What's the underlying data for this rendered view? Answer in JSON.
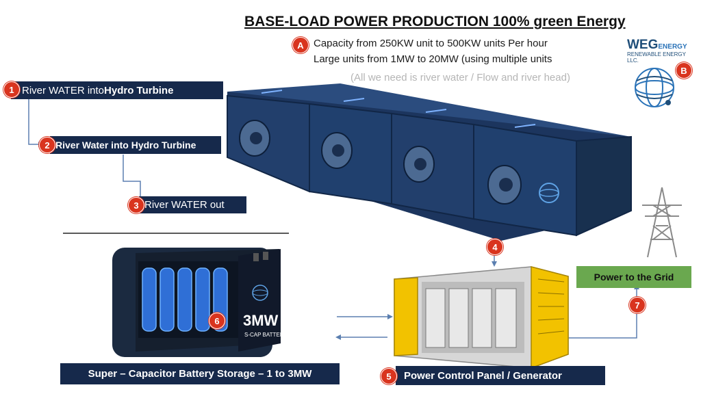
{
  "title": "BASE-LOAD POWER PRODUCTION 100% green Energy",
  "capacity": {
    "badge": "A",
    "line1": "Capacity from 250KW unit to 500KW units Per hour",
    "line2": "Large units from 1MW to 20MW (using multiple units",
    "note": "(All we need is river water / Flow and river head)"
  },
  "logo": {
    "badge": "B",
    "brand": "WEG",
    "brand_suffix": "ENERGY",
    "tagline": "RENEWABLE ENERGY LLC."
  },
  "steps": [
    {
      "num": "1",
      "text": "River WATER  into ",
      "bold": "Hydro Turbine"
    },
    {
      "num": "2",
      "text": "River Water  into Hydro Turbine"
    },
    {
      "num": "3",
      "text": "River WATER  out"
    },
    {
      "num": "4"
    },
    {
      "num": "5",
      "text": "Power Control Panel / Generator"
    },
    {
      "num": "6"
    },
    {
      "num": "7"
    }
  ],
  "grid_label": "Power to the Grid",
  "battery": {
    "capacity": "3MW",
    "sublabel": "S-CAP BATTERY",
    "caption": "Super – Capacitor Battery Storage – 1 to 3MW"
  },
  "colors": {
    "navy": "#16294b",
    "badge_red": "#d9341e",
    "grid_green": "#6aa84f",
    "container_blue": "#1e3a66",
    "generator_yellow": "#f2c200"
  }
}
